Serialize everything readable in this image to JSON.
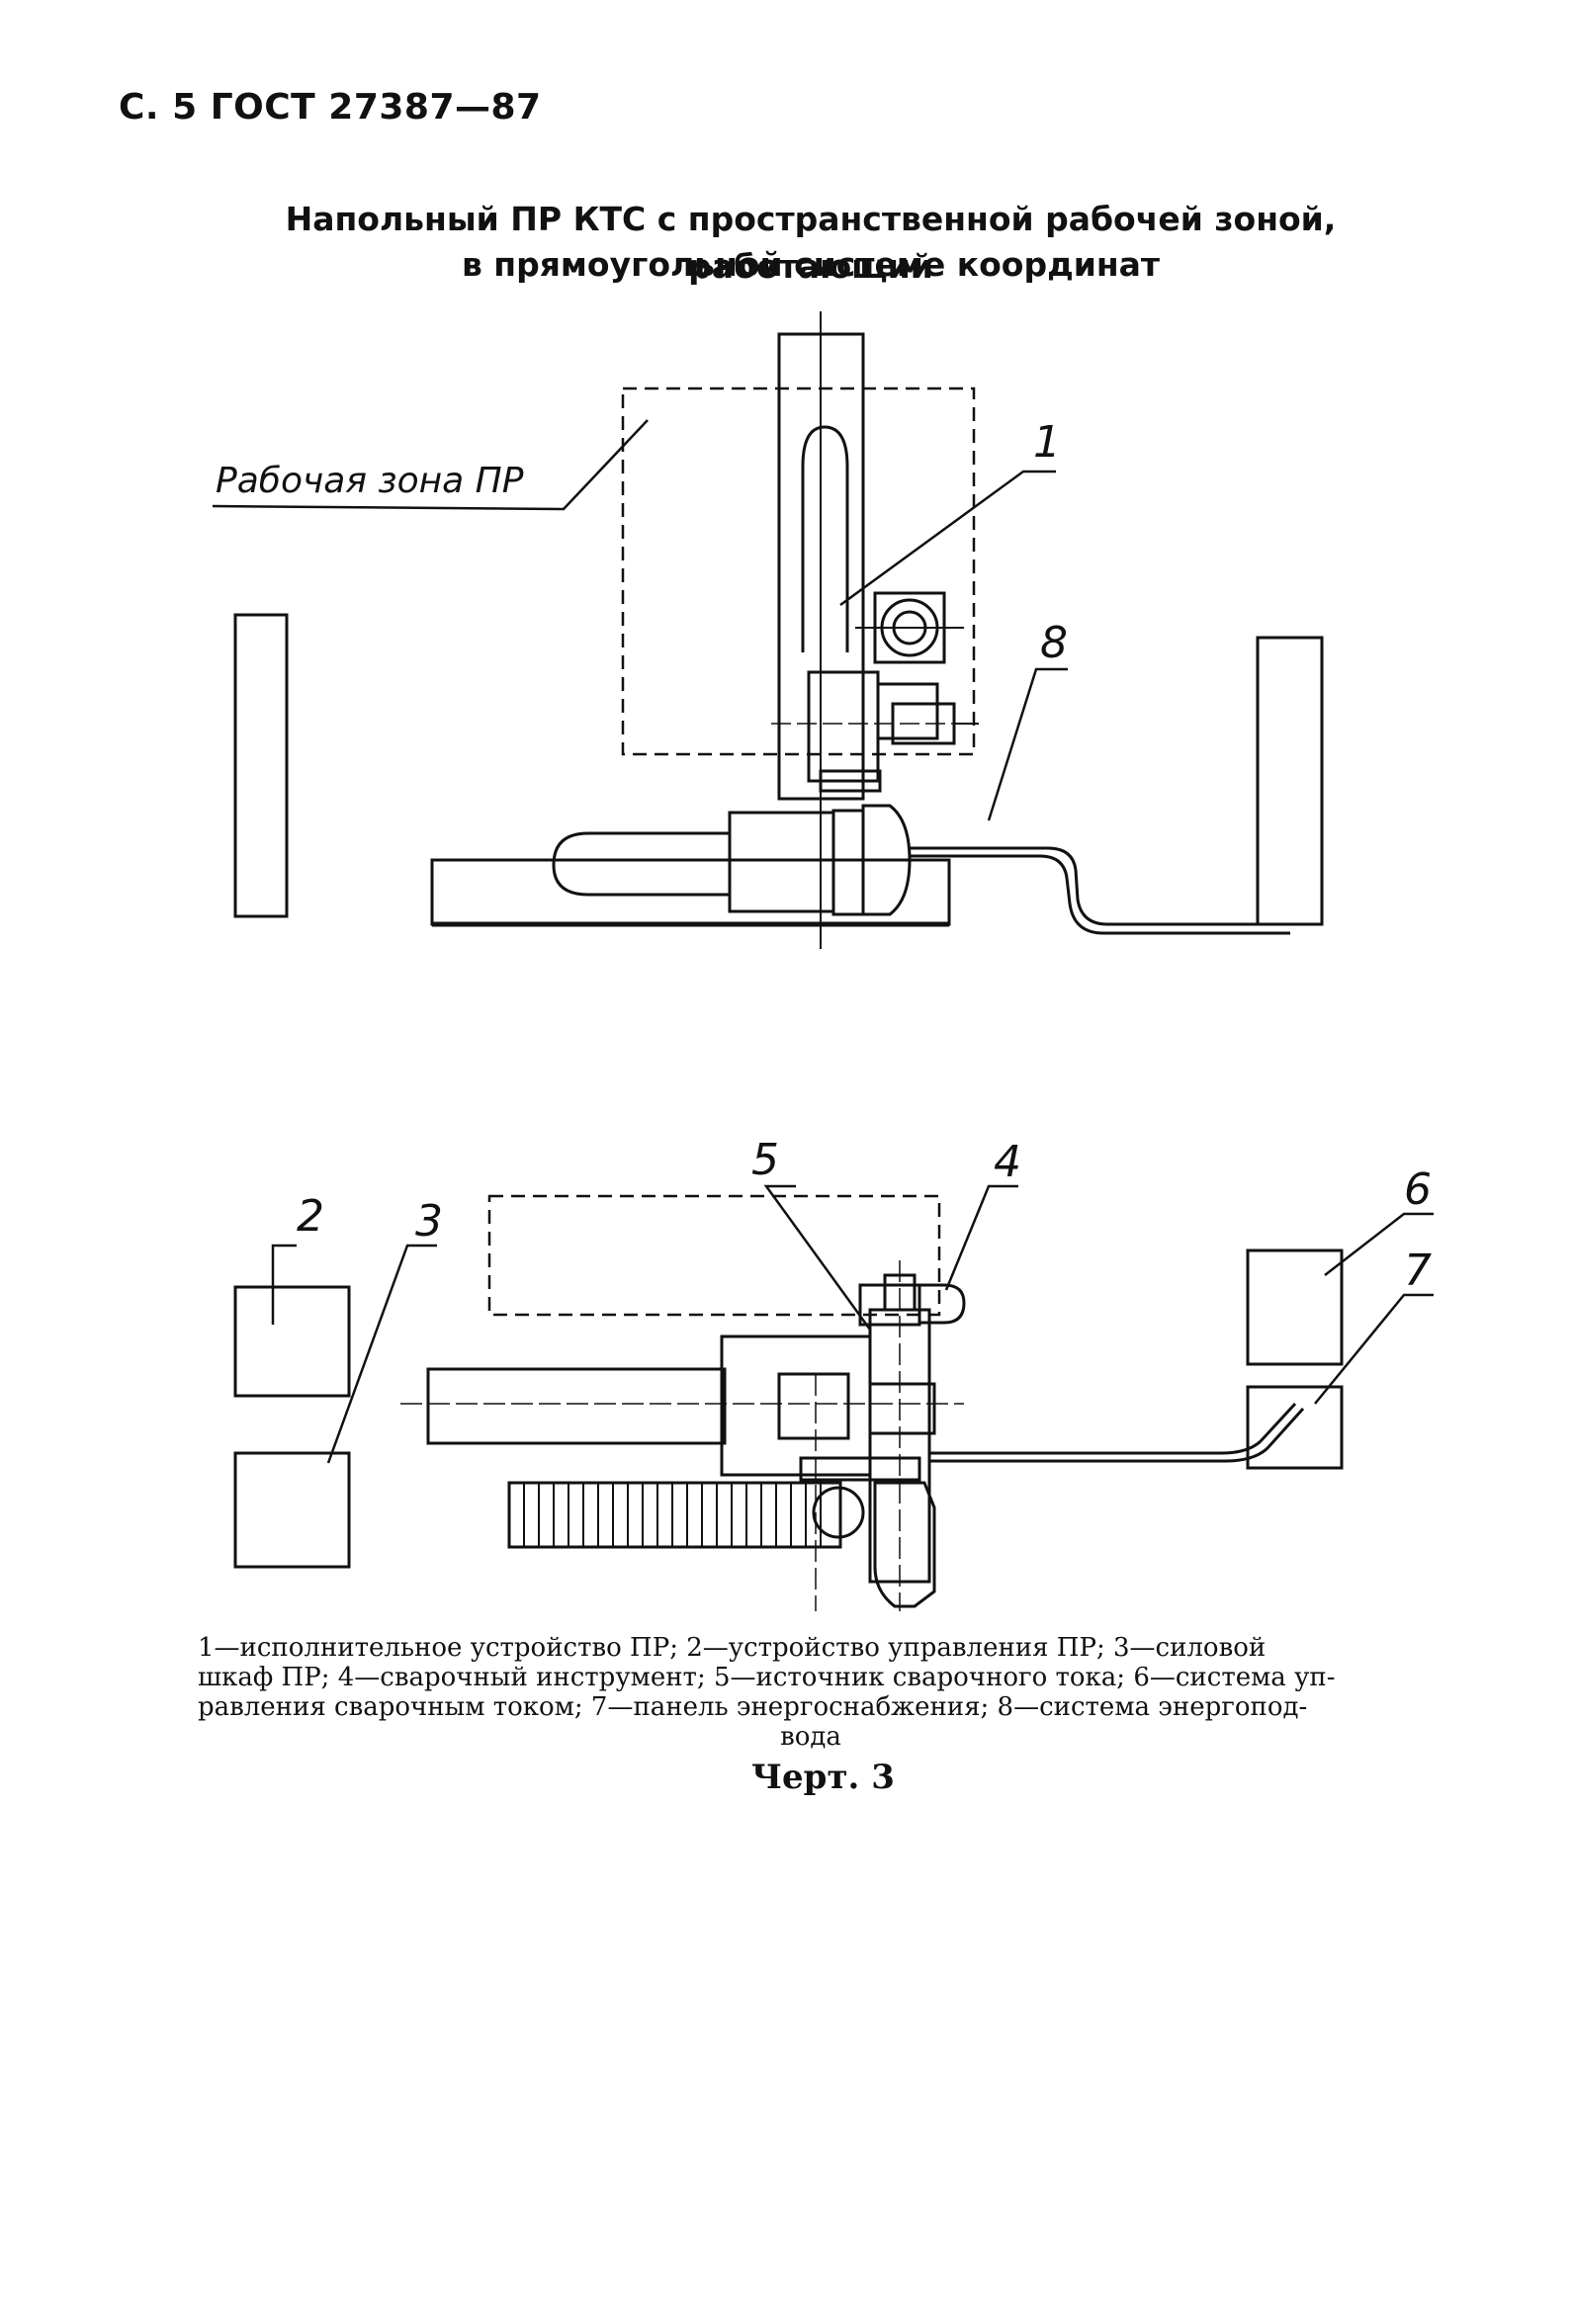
{
  "page": {
    "header": "С. 5 ГОСТ 27387—87",
    "title_line1": "Напольный ПР КТС с пространственной рабочей зоной, работающий",
    "title_line2": "в прямоугольной системе координат"
  },
  "drawing": {
    "zone_label": "Рабочая зона ПР",
    "callouts": [
      "1",
      "2",
      "3",
      "4",
      "5",
      "6",
      "7",
      "8"
    ]
  },
  "legend": {
    "line1": "1—исполнительное устройство ПР; 2—устройство управления ПР; 3—силовой",
    "line2": "шкаф ПР; 4—сварочный инструмент; 5—источник сварочного тока; 6—система уп-",
    "line3": "равления сварочным током; 7—панель энергоснабжения; 8—система энергопод-",
    "line4": "вода"
  },
  "figure_caption": "Черт. 3"
}
